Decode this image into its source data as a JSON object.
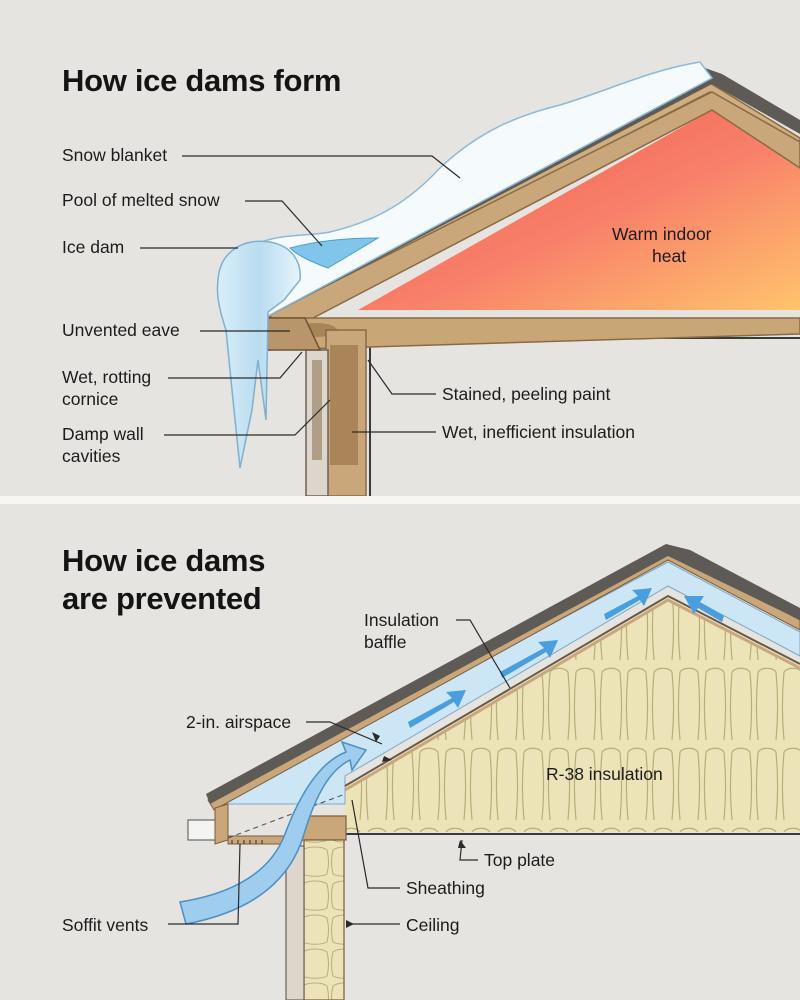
{
  "top_panel": {
    "title": "How ice dams form",
    "labels": {
      "snow_blanket": "Snow blanket",
      "pool_melted_snow": "Pool of melted snow",
      "ice_dam": "Ice dam",
      "unvented_eave": "Unvented eave",
      "wet_cornice_1": "Wet, rotting",
      "wet_cornice_2": "cornice",
      "damp_wall_1": "Damp wall",
      "damp_wall_2": "cavities",
      "stained_paint": "Stained, peeling paint",
      "wet_insulation": "Wet, inefficient insulation",
      "warm_indoor_1": "Warm indoor",
      "warm_indoor_2": "heat"
    }
  },
  "bottom_panel": {
    "title_line1": "How ice dams",
    "title_line2": "are prevented",
    "labels": {
      "insulation_baffle_1": "Insulation",
      "insulation_baffle_2": "baffle",
      "airspace": "2-in. airspace",
      "r38_insulation": "R-38 insulation",
      "top_plate": "Top plate",
      "sheathing": "Sheathing",
      "soffit_vents": "Soffit vents",
      "ceiling": "Ceiling"
    }
  },
  "colors": {
    "background": "#e6e4e0",
    "wood": "#c9a77a",
    "shingles": "#5e5a55",
    "warm_gradient_start": "#f06050",
    "warm_gradient_end": "#ffc06a",
    "snow": "#f2f8fc",
    "ice": "#c6e2f2",
    "meltwater": "#7fc6ea",
    "airflow": "#4a9edd",
    "insulation": "#e8e0b0"
  }
}
